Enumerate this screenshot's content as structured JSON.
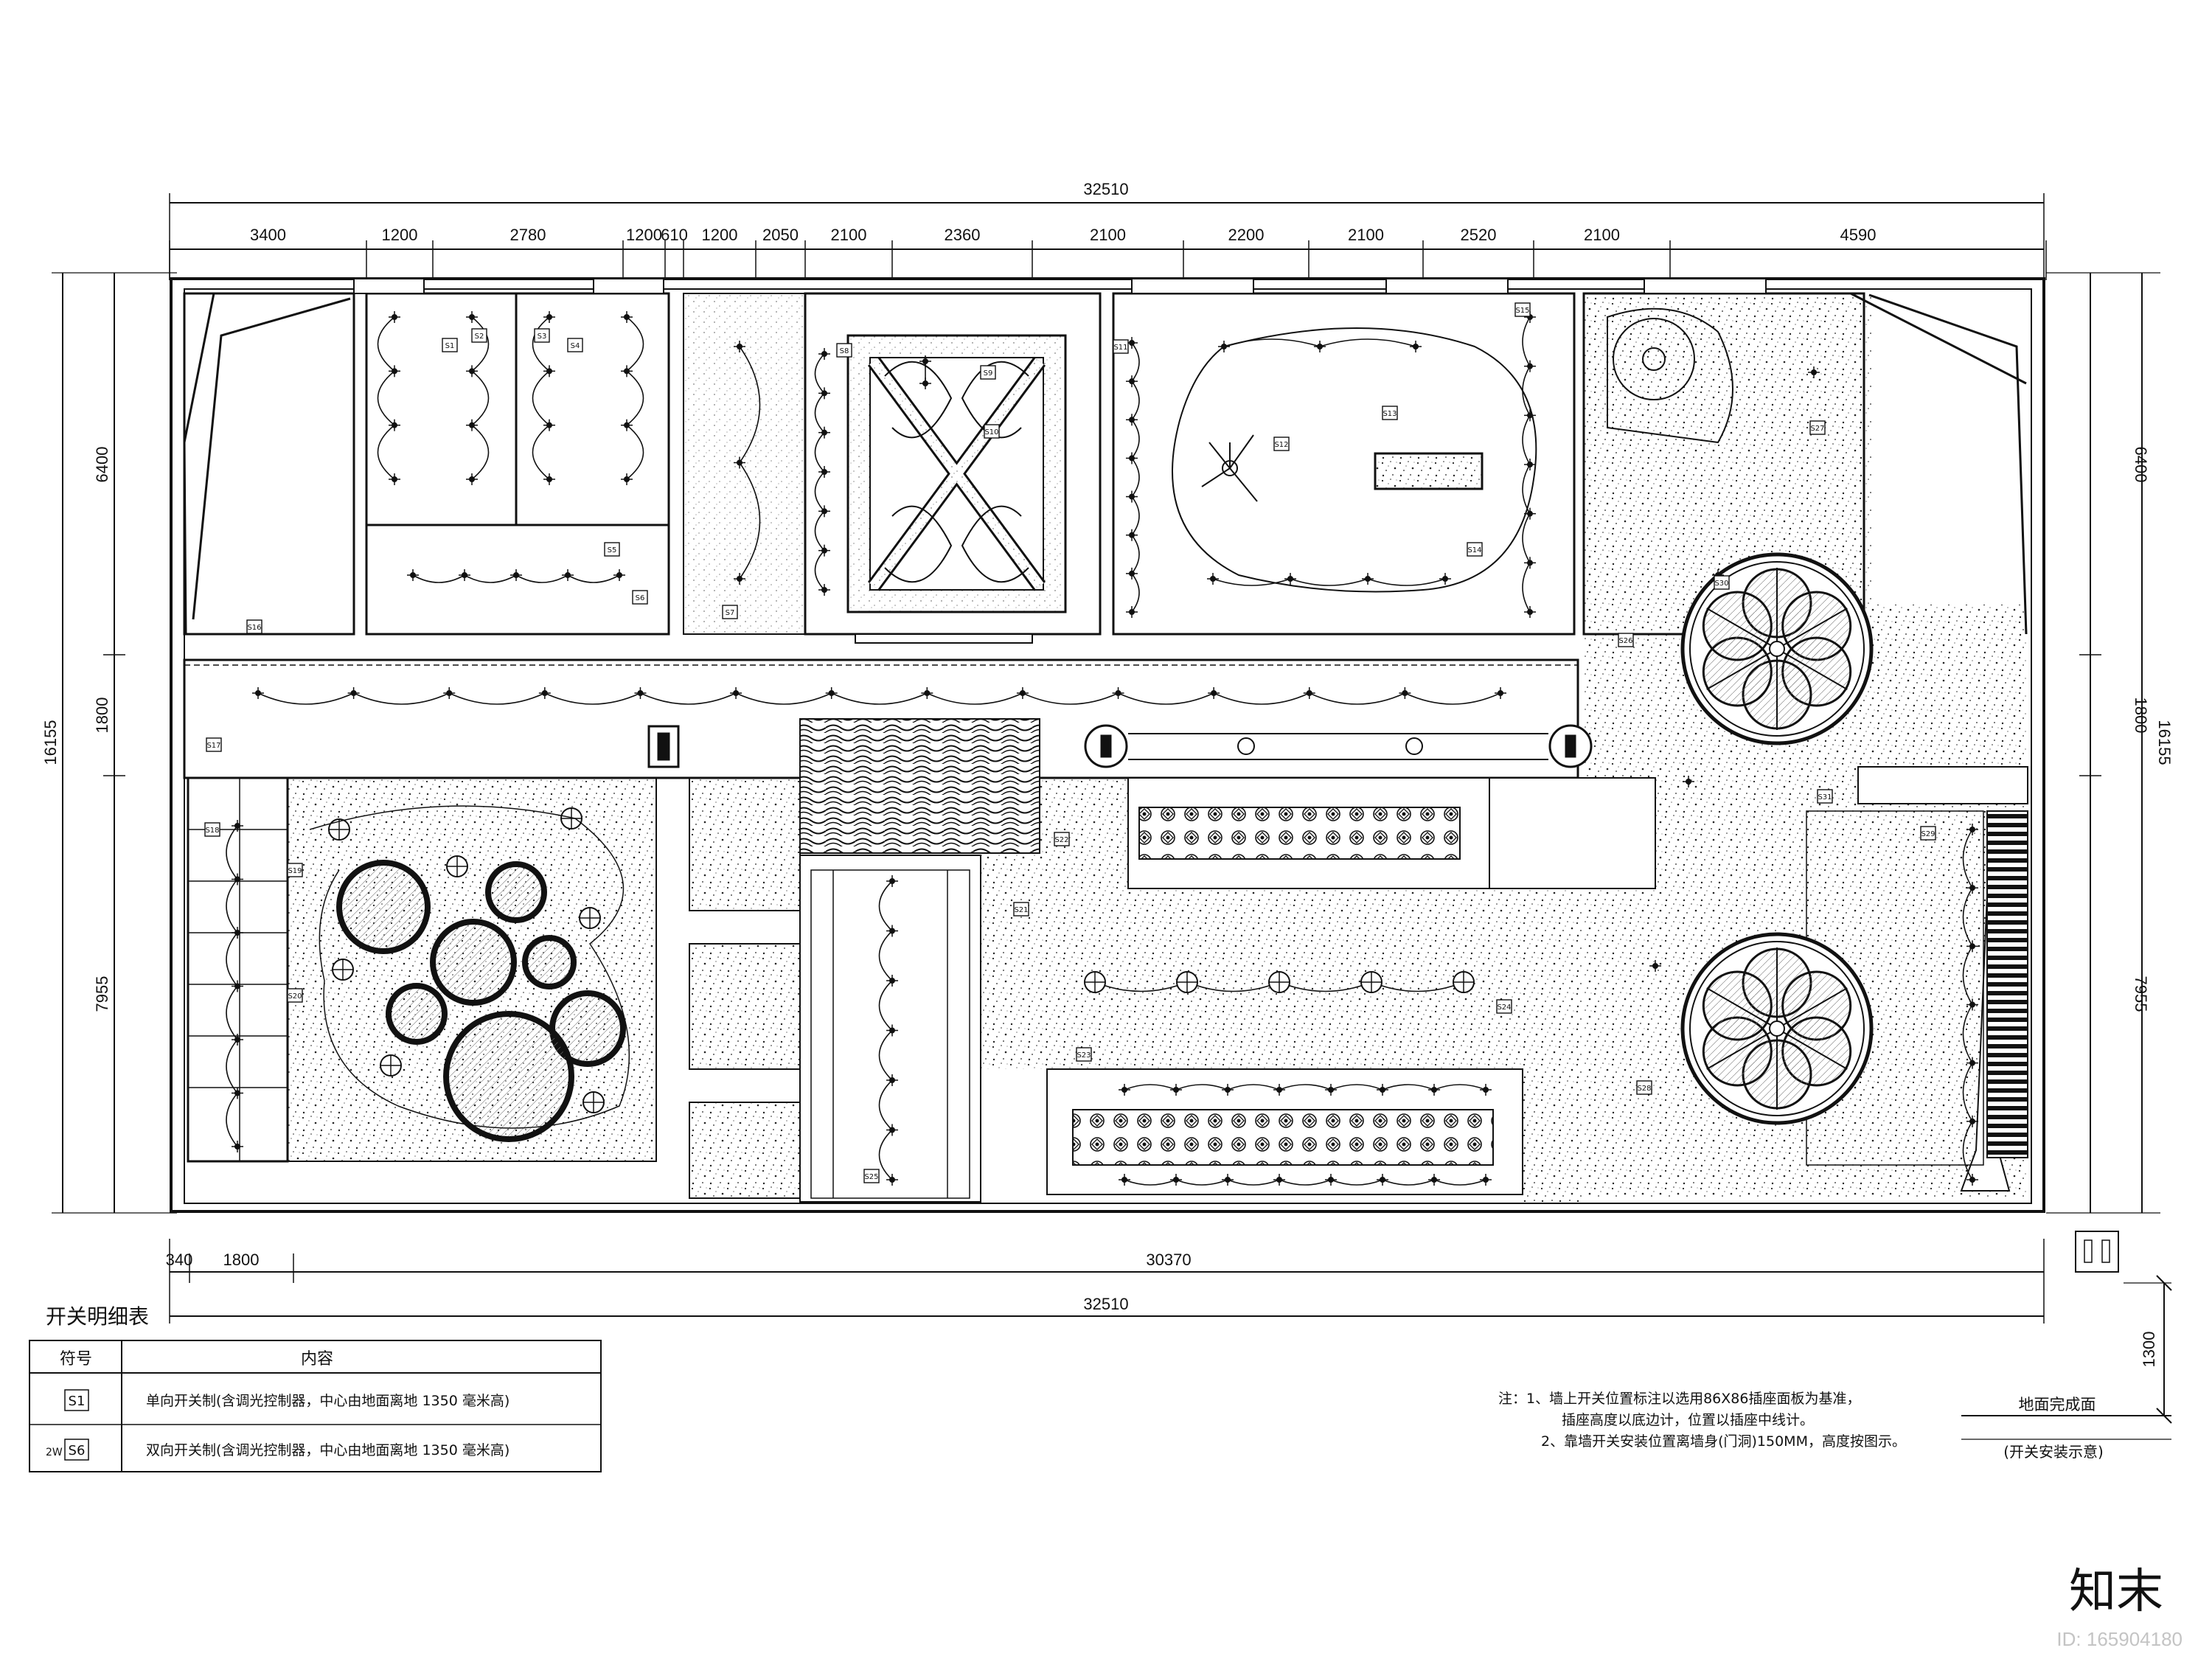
{
  "dimensions": {
    "total": "32510",
    "top_segments": [
      "3400",
      "1200",
      "2780",
      "1200",
      "610",
      "1200",
      "2050",
      "2100",
      "2360",
      "2100",
      "2200",
      "2100",
      "2520",
      "2100",
      "4590"
    ],
    "bottom_segments": [
      "340",
      "1800",
      "30370"
    ],
    "bottom_total": "32510",
    "left_total": "16155",
    "left_segments": [
      "6400",
      "1800",
      "7955"
    ],
    "right_total": "16155",
    "right_segments": [
      "6400",
      "1800",
      "7955"
    ],
    "install_height": "1300"
  },
  "switch_tags": [
    "S1",
    "S2",
    "S3",
    "S4",
    "S5",
    "S6",
    "S7",
    "S8",
    "S9",
    "S10",
    "S11",
    "S12",
    "S13",
    "S14",
    "S15",
    "S16",
    "S17",
    "S18",
    "S19",
    "S20",
    "S21",
    "S22",
    "S23",
    "S24",
    "S25",
    "S26",
    "S27",
    "S28",
    "S29",
    "S30",
    "S31"
  ],
  "legend": {
    "title": "开关明细表",
    "col_symbol": "符号",
    "col_content": "内容",
    "rows": [
      {
        "prefix": "",
        "symbol": "S1",
        "content": "单向开关制(含调光控制器，中心由地面离地 1350 毫米高)"
      },
      {
        "prefix": "2W",
        "symbol": "S6",
        "content": "双向开关制(含调光控制器，中心由地面离地 1350 毫米高)"
      }
    ]
  },
  "notes": {
    "label": "注：",
    "lines": [
      "1、墙上开关位置标注以选用86X86插座面板为基准，",
      "插座高度以底边计，位置以插座中线计。",
      "2、靠墙开关安装位置离墙身(门洞)150MM，高度按图示。"
    ]
  },
  "install_detail": {
    "floor_label": "地面完成面",
    "caption": "(开关安装示意)"
  },
  "watermark": {
    "logo": "知末",
    "id": "ID: 165904180"
  }
}
